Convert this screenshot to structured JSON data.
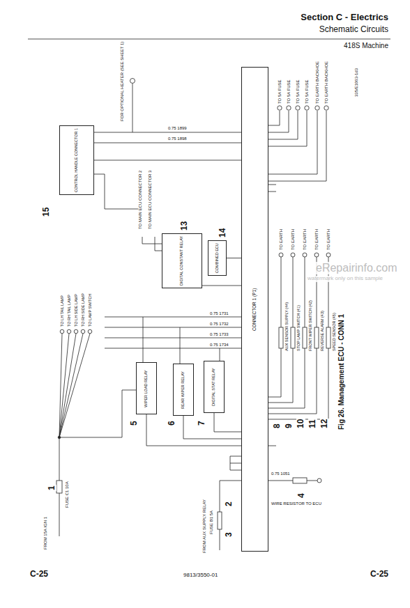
{
  "diagram": {
    "title": "Section C - Electrics",
    "caption": "Fig 26. Management ECU - CONN 1",
    "nodes": [
      {
        "text": [
          "CONNECTOR 1 (P1)"
        ]
      },
      {
        "text": [
          "WIPER LOAD RELAY"
        ]
      },
      {
        "text": [
          "REAR WIPER RELAY"
        ]
      },
      {
        "text": [
          "DIGITAL STAT RELAY"
        ]
      },
      {
        "text": [
          "DIGITAL CONSTANT RELAY"
        ]
      },
      {
        "text": [
          "COMBINED ECU"
        ]
      },
      {
        "text": [
          "CONTROL HANDLE CONNECTOR 1"
        ]
      }
    ],
    "edges": [
      {
        "from": 1,
        "to": 0,
        "arrow": "none"
      },
      {
        "from": 2,
        "to": 0,
        "arrow": "none"
      },
      {
        "from": 3,
        "to": 0,
        "arrow": "none"
      },
      {
        "from": 4,
        "to": 0,
        "arrow": "none"
      },
      {
        "from": 5,
        "to": 0,
        "arrow": "none"
      },
      {
        "from": 6,
        "to": 0,
        "arrow": "none"
      }
    ],
    "labels": [
      "Schematic Circuits",
      "418S Machine",
      "C-25",
      "9813/3550-01",
      "C-25",
      "335/E1063-1d3",
      "eRepairinfo.com",
      "watermark only on this sample",
      "15",
      "13",
      "14",
      "8",
      "9",
      "10",
      "11",
      "12",
      "5",
      "6",
      "7",
      "1",
      "2",
      "3",
      "4",
      "TO 5A FUSE",
      "TO 5A FUSE",
      "TO 5A FUSE",
      "TO 5A FUSE",
      "TO EARTH BACKHOE",
      "TO EARTH BACKHOE",
      "TO EARTH",
      "TO EARTH",
      "TO EARTH",
      "TO EARTH",
      "TO EARTH",
      "AUX SENSOR SUPPLY (44)",
      "STOP LAMP SWITCH (41)",
      "FRONT WIPER SWITCH (42)",
      "REVERSE ALARM (43)",
      "SPEED SENSOR (45)",
      "FROM 15A IGN 1",
      "FUSE C1 10A",
      "FROM AUX SUPPLY RELAY",
      "FUSE B1 5A",
      "0.75 1051",
      "WIRE RESISTOR TO ECU",
      "TO LH TAIL LAMP",
      "TO RH TAIL LAMP",
      "TO LH SIDE LAMP",
      "TO RH SIDE LAMP",
      "TO LAMP SWITCH",
      "0.75 1731",
      "0.75 1732",
      "0.75 1733",
      "0.75 1734",
      "0.75 1899",
      "0.75 1898",
      "FOR OPTIONAL HEATER (SEE SHEET 1)",
      "TO MAIN ECU CONNECTOR 2",
      "TO MAIN ECU CONNECTOR 3"
    ]
  }
}
